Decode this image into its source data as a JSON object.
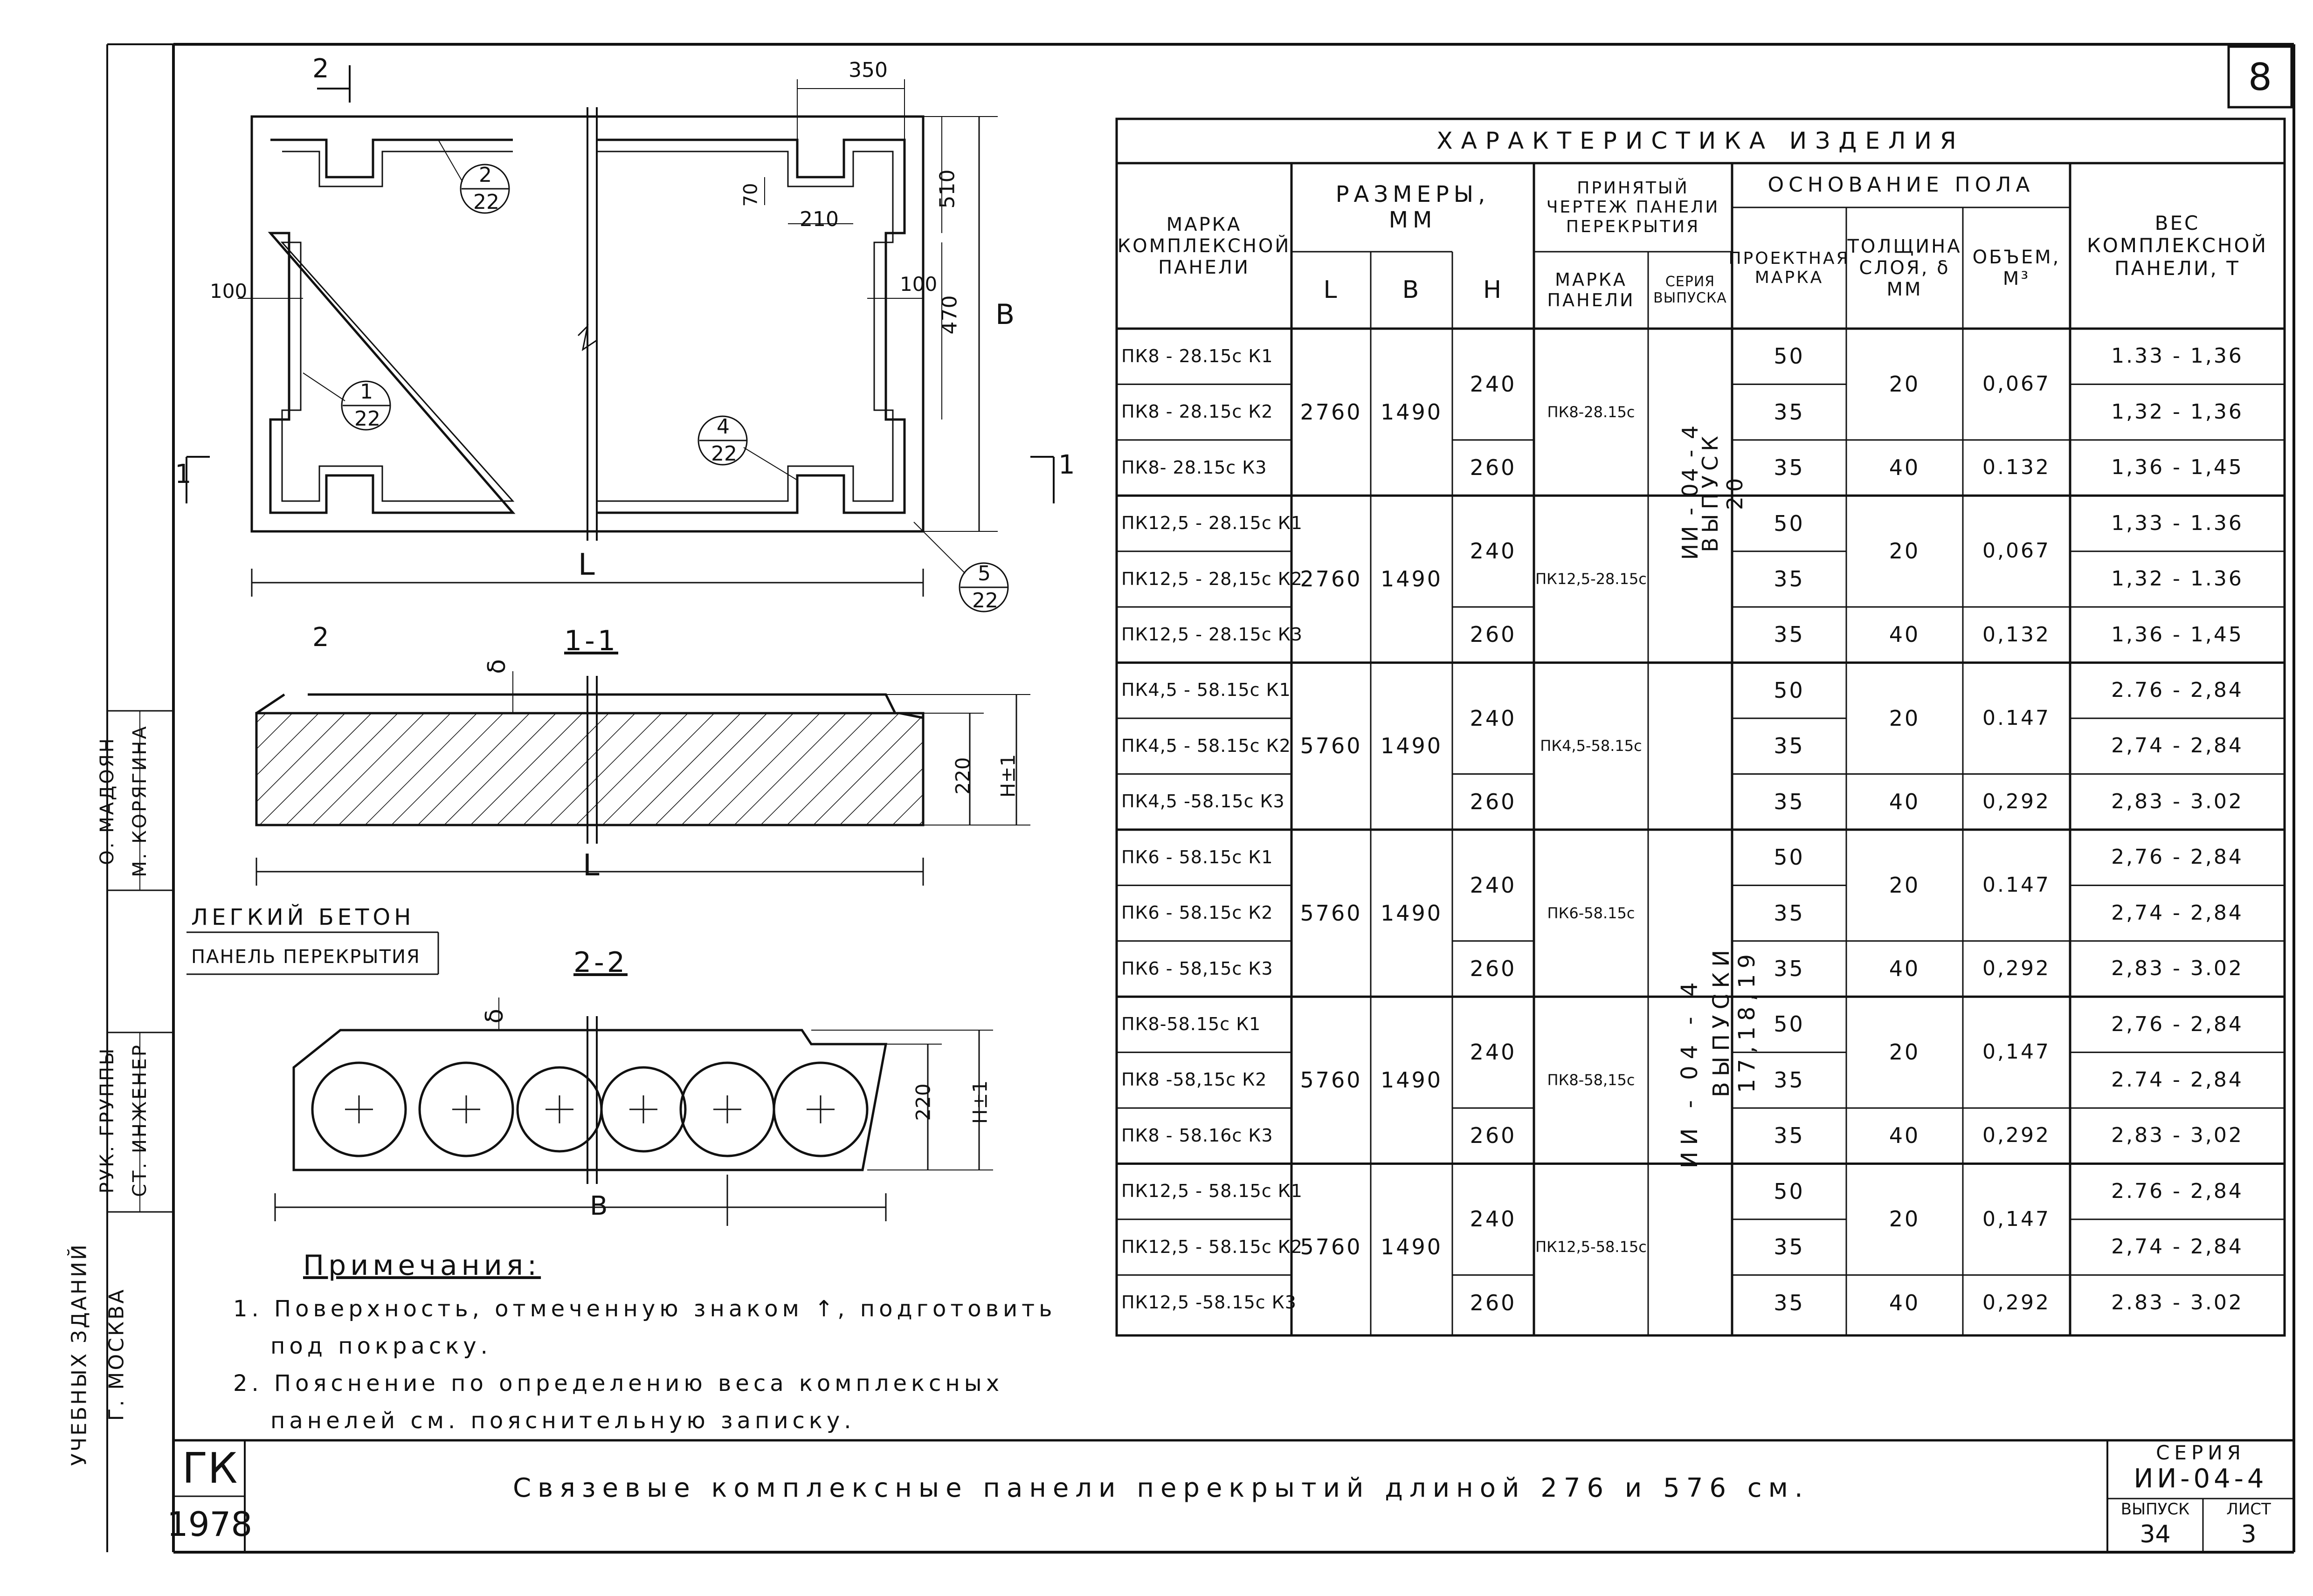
{
  "sheet_number": "8",
  "table": {
    "title": "ХАРАКТЕРИСТИКА ИЗДЕЛИЯ",
    "headers": {
      "mark": "МАРКА КОМПЛЕКСНОЙ ПАНЕЛИ",
      "dims": "РАЗМЕРЫ, ММ",
      "dim_l": "L",
      "dim_b": "B",
      "dim_h": "H",
      "drawing": "ПРИНЯТЫЙ ЧЕРТЕЖ ПАНЕЛИ ПЕРЕКРЫТИЯ",
      "panel_mark": "МАРКА ПАНЕЛИ",
      "series_issue": "СЕРИЯ ВЫПУСКА",
      "floor_base": "ОСНОВАНИЕ ПОЛА",
      "project_mark": "ПРОЕКТНАЯ МАРКА",
      "layer_thickness": "ТОЛЩИНА СЛОЯ, δ ММ",
      "volume": "ОБЪЕМ, М³",
      "weight": "ВЕС КОМПЛЕКСНОЙ ПАНЕЛИ, Т"
    },
    "groups": [
      {
        "L": "2760",
        "B": "1490",
        "panel": "ПК8-28.15с",
        "h": [
          "240",
          "260"
        ],
        "thick": [
          "20",
          "40"
        ],
        "vol": [
          "0,067",
          "0.132"
        ],
        "rows": [
          {
            "mark": "ПК8 - 28.15с К1",
            "pm": "50",
            "w": "1.33 - 1,36"
          },
          {
            "mark": "ПК8 - 28.15с К2",
            "pm": "35",
            "w": "1,32 - 1,36"
          },
          {
            "mark": "ПК8- 28.15с К3",
            "pm": "35",
            "w": "1,36 - 1,45"
          }
        ]
      },
      {
        "L": "2760",
        "B": "1490",
        "panel": "ПК12,5-28.15с",
        "h": [
          "240",
          "260"
        ],
        "thick": [
          "20",
          "40"
        ],
        "vol": [
          "0,067",
          "0,132"
        ],
        "rows": [
          {
            "mark": "ПК12,5 - 28.15с К1",
            "pm": "50",
            "w": "1,33 - 1.36"
          },
          {
            "mark": "ПК12,5 - 28,15с К2",
            "pm": "35",
            "w": "1,32 - 1.36"
          },
          {
            "mark": "ПК12,5 - 28.15с К3",
            "pm": "35",
            "w": "1,36 - 1,45"
          }
        ]
      },
      {
        "L": "5760",
        "B": "1490",
        "panel": "ПК4,5-58.15с",
        "h": [
          "240",
          "260"
        ],
        "thick": [
          "20",
          "40"
        ],
        "vol": [
          "0.147",
          "0,292"
        ],
        "rows": [
          {
            "mark": "ПК4,5 - 58.15с К1",
            "pm": "50",
            "w": "2.76 - 2,84"
          },
          {
            "mark": "ПК4,5 - 58.15с К2",
            "pm": "35",
            "w": "2,74 - 2,84"
          },
          {
            "mark": "ПК4,5 -58.15с К3",
            "pm": "35",
            "w": "2,83 - 3.02"
          }
        ]
      },
      {
        "L": "5760",
        "B": "1490",
        "panel": "ПК6-58.15с",
        "h": [
          "240",
          "260"
        ],
        "thick": [
          "20",
          "40"
        ],
        "vol": [
          "0.147",
          "0,292"
        ],
        "rows": [
          {
            "mark": "ПК6 - 58.15с К1",
            "pm": "50",
            "w": "2,76 - 2,84"
          },
          {
            "mark": "ПК6 - 58.15с К2",
            "pm": "35",
            "w": "2,74 - 2,84"
          },
          {
            "mark": "ПК6 - 58,15с К3",
            "pm": "35",
            "w": "2,83 - 3.02"
          }
        ]
      },
      {
        "L": "5760",
        "B": "1490",
        "panel": "ПК8-58,15с",
        "h": [
          "240",
          "260"
        ],
        "thick": [
          "20",
          "40"
        ],
        "vol": [
          "0,147",
          "0,292"
        ],
        "rows": [
          {
            "mark": "ПК8-58.15с К1",
            "pm": "50",
            "w": "2,76 - 2,84"
          },
          {
            "mark": "ПК8 -58,15с К2",
            "pm": "35",
            "w": "2.74 - 2,84"
          },
          {
            "mark": "ПК8 - 58.16с К3",
            "pm": "35",
            "w": "2,83 - 3,02"
          }
        ]
      },
      {
        "L": "5760",
        "B": "1490",
        "panel": "ПК12,5-58.15с",
        "h": [
          "240",
          "260"
        ],
        "thick": [
          "20",
          "40"
        ],
        "vol": [
          "0,147",
          "0,292"
        ],
        "rows": [
          {
            "mark": "ПК12,5 - 58.15с К1",
            "pm": "50",
            "w": "2.76 - 2,84"
          },
          {
            "mark": "ПК12,5 - 58.15с К2",
            "pm": "35",
            "w": "2,74 - 2,84"
          },
          {
            "mark": "ПК12,5 -58.15с К3",
            "pm": "35",
            "w": "2.83 - 3.02"
          }
        ]
      }
    ],
    "series_1": "ИИ - 04 - 4",
    "issue_1": "ВЫПУСК 20",
    "series_2": "ИИ - 04 - 4",
    "issue_2": "ВЫПУСКИ 17,18,19"
  },
  "plan": {
    "d350": "350",
    "d510": "510",
    "d70": "70",
    "d210": "210",
    "d100l": "100",
    "d100r": "100",
    "d470": "470",
    "B": "B",
    "L": "L",
    "callouts": [
      {
        "n": "2",
        "d": "22"
      },
      {
        "n": "1",
        "d": "22"
      },
      {
        "n": "4",
        "d": "22"
      },
      {
        "n": "5",
        "d": "22"
      }
    ],
    "sec2": "2",
    "sec1": "1"
  },
  "section_1": {
    "title": "1-1",
    "delta": "δ",
    "h220": "220",
    "H1": "H±1",
    "L": "L"
  },
  "section_2": {
    "title": "2-2",
    "delta": "δ",
    "h220": "220",
    "H1": "H±1",
    "B": "B"
  },
  "legend": {
    "light_concrete": "ЛЕГКИЙ БЕТОН",
    "floor_panel": "ПАНЕЛЬ ПЕРЕКРЫТИЯ"
  },
  "notes": {
    "title": "Примечания:",
    "n1a": "1. Поверхность, отмеченную знаком ↑, подготовить",
    "n1b": "под покраску.",
    "n2a": "2. Пояснение по определению веса комплексных",
    "n2b": "панелей см. пояснительную записку."
  },
  "side_stamp": {
    "role1": "РУК. ГРУППЫ",
    "role2": "СТ. ИНЖЕНЕР",
    "name1": "О. МАДОЯН",
    "name2": "М. КОРЯГИНА",
    "org1": "УЧЕБНЫХ ЗДАНИЙ",
    "org2": "Г. МОСКВА",
    "gk": "ГК",
    "year": "1978"
  },
  "title_block": {
    "title": "Связевые комплексные панели перекрытий длиной 276 и 576 см.",
    "series_label": "СЕРИЯ",
    "series": "ИИ-04-4",
    "issue_label": "ВЫПУСК",
    "issue": "34",
    "sheet_label": "ЛИСТ",
    "sheet": "3"
  }
}
